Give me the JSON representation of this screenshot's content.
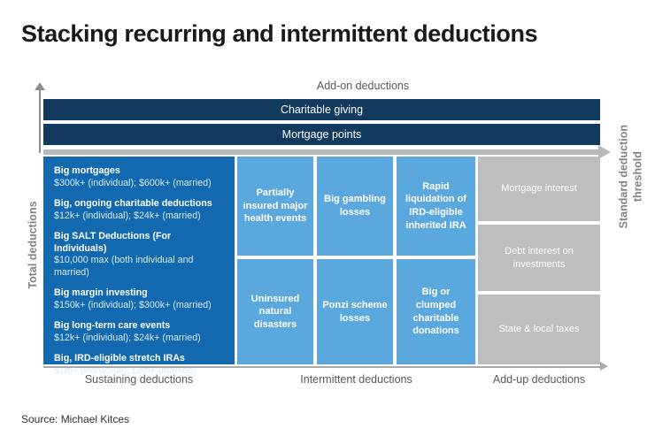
{
  "title": "Stacking recurring and intermittent deductions",
  "source": "Source: Michael Kitces",
  "axes": {
    "y_label": "Total deductions",
    "x_top_caption": "Add-on deductions",
    "right_label_line1": "Standard deduction",
    "right_label_line2": "threshold",
    "x_categories": [
      "Sustaining deductions",
      "Intermittent deductions",
      "Add-up deductions"
    ]
  },
  "colors": {
    "navy": "#123a5e",
    "dark_blue": "#1269b0",
    "light_blue": "#5aa8de",
    "gray": "#bcbec0",
    "axis_gray": "#a7a9ac",
    "text_gray": "#58595b"
  },
  "chart_data": {
    "type": "table",
    "title": "Stacking recurring and intermittent deductions",
    "xlabel": "",
    "ylabel": "Total deductions",
    "categories": [
      "Sustaining deductions",
      "Intermittent deductions",
      "Add-up deductions"
    ],
    "annotations": [
      "Add-on deductions",
      "Standard deduction threshold"
    ],
    "series": [
      {
        "name": "Add-on deductions",
        "values": [
          "Charitable giving",
          "Mortgage points"
        ]
      },
      {
        "name": "Sustaining deductions",
        "values": [
          "Big mortgages — $300k+ (individual); $600k+ (married)",
          "Big, ongoing charitable deductions — $12k+ (individual); $24k+ (married)",
          "Big SALT Deductions (For Individuals) — $10,000 max (both individual and married)",
          "Big margin investing — $150k+ (individual); $300k+ (married)",
          "Big long-term care events — $12k+ (individual); $24k+ (married)",
          "Big, IRD-eligible stretch IRAs — $1m+ (individual); $2m+ (married)"
        ]
      },
      {
        "name": "Intermittent deductions",
        "values": [
          "Partially insured major health events",
          "Big gambling losses",
          "Rapid liquidation of IRD-eligible inherited IRA",
          "Uninsured natural disasters",
          "Ponzi scheme losses",
          "Big or clumped charitable donations"
        ]
      },
      {
        "name": "Add-up deductions",
        "values": [
          "Mortgage interest",
          "Debt interest on investments",
          "State & local taxes"
        ]
      }
    ]
  },
  "addon_bars": [
    {
      "label": "Charitable giving"
    },
    {
      "label": "Mortgage points"
    }
  ],
  "sustaining_items": [
    {
      "head": "Big mortgages",
      "sub": "$300k+ (individual); $600k+ (married)"
    },
    {
      "head": "Big, ongoing charitable deductions",
      "sub": "$12k+ (individual); $24k+ (married)"
    },
    {
      "head": "Big SALT Deductions (For Individuals)",
      "sub": "$10,000 max (both individual and married)"
    },
    {
      "head": "Big margin investing",
      "sub": "$150k+ (individual); $300k+ (married)"
    },
    {
      "head": "Big long-term care events",
      "sub": "$12k+ (individual); $24k+ (married)"
    },
    {
      "head": "Big, IRD-eligible stretch IRAs",
      "sub": "$1m+ (individual); $2m+ (married)"
    }
  ],
  "intermittent_cells": [
    {
      "label": "Partially insured major health events"
    },
    {
      "label": "Big gambling losses"
    },
    {
      "label": "Rapid liquidation of IRD-eligible inherited IRA"
    },
    {
      "label": "Uninsured natural disasters"
    },
    {
      "label": "Ponzi scheme losses"
    },
    {
      "label": "Big or clumped charitable donations"
    }
  ],
  "addup_cells": [
    {
      "label": "Mortgage interest"
    },
    {
      "label": "Debt interest on investments"
    },
    {
      "label": "State & local taxes"
    }
  ]
}
